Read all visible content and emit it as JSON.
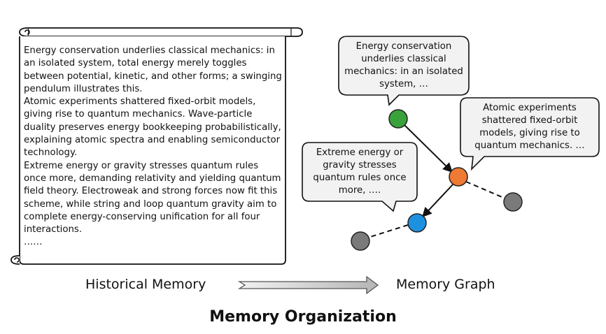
{
  "historical_memory": {
    "paragraphs": [
      "Energy conservation underlies classical mechanics: in an isolated system, total energy merely toggles between potential, kinetic, and other forms; a swinging pendulum illustrates this.",
      "Atomic experiments shattered fixed-orbit models, giving rise to quantum mechanics. Wave-particle duality preserves energy bookkeeping probabilistically, explaining atomic spectra and enabling semiconductor technology.",
      "Extreme energy or gravity stresses quantum rules once more, demanding relativity and yielding quantum field theory. Electroweak and strong forces now fit this scheme, while string and loop quantum gravity aim to complete energy-conserving unification for all four interactions.",
      "……"
    ]
  },
  "memory_graph": {
    "bubbles": {
      "green": "Energy conservation underlies classical mechanics: in an isolated system, …",
      "orange": "Atomic experiments shattered fixed-orbit models, giving rise to quantum mechanics. …",
      "blue": "Extreme energy or gravity stresses quantum rules once more, …."
    },
    "node_colors": {
      "green": "#3aa23a",
      "orange": "#ee7a33",
      "blue": "#1e90e0",
      "gray": "#7a7a7a"
    }
  },
  "captions": {
    "left": "Historical Memory",
    "right": "Memory Graph"
  },
  "title": "Memory Organization"
}
